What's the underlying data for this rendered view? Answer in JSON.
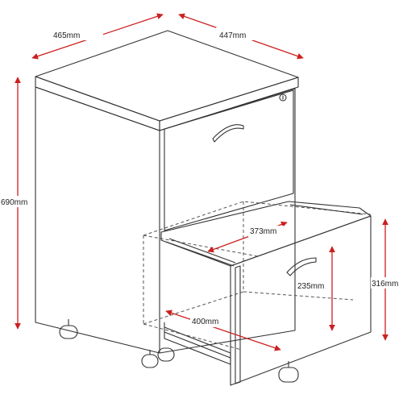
{
  "diagram": {
    "subject": "Two-drawer mobile filing pedestal with casters",
    "dimensions": {
      "width": "465mm",
      "depth": "447mm",
      "height": "690mm",
      "drawer_inner_width": "373mm",
      "drawer_inner_depth": "400mm",
      "drawer_inner_height": "235mm",
      "drawer_front_height": "316mm"
    },
    "colors": {
      "outline": "#333333",
      "dimension_arrow": "#cc2020",
      "background": "#ffffff"
    }
  }
}
